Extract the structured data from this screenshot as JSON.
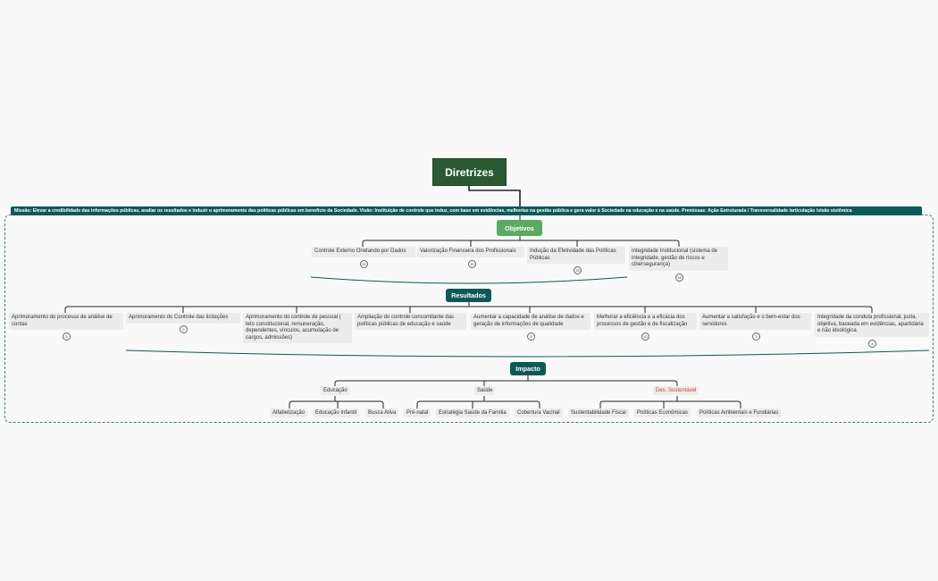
{
  "root": "Diretrizes",
  "mission": "Missão: Elevar a credibilidade das informações públicas, avaliar os resultados e induzir o aprimoramento das políticas públicas em benefício da Sociedade. Visão: Instituição de controle que induz, com base em evidências, melhorias na gestão pública e gera valor à Sociedade na educação e na saúde. Premissas: Ação Estruturada / Transversalidade /articulação /visão sistêmica",
  "objetivos": {
    "label": "Objetivos",
    "items": [
      {
        "label": "Controle Externo Orietando por Dados",
        "count": "10"
      },
      {
        "label": "Valorização Financeira dos Profissionais",
        "count": "10"
      },
      {
        "label": "Indução da Efetividade das Políticas Públicas",
        "count": "15"
      },
      {
        "label": "Integridade Institucional (sistema de integridade, gestão de riscos e cibersegurança)",
        "count": "15"
      }
    ]
  },
  "resultados": {
    "label": "Resultados",
    "items": [
      {
        "label": "Aprimoramento do processo de análise de contas",
        "count": "5"
      },
      {
        "label": "Aprimoramento do Controle das licitações",
        "count": "2"
      },
      {
        "label": "Aprimoramento do controle de pessoal ( teto constitucional, remuneração, dependentes, vínculos, acumulação de cargos, admissões)",
        "count": ""
      },
      {
        "label": "Ampliação do controle concomitante das políticas públicas de educação e saúde",
        "count": ""
      },
      {
        "label": "Aumentar a capacidade de análise de dados e geração de informações de qualidade",
        "count": "5"
      },
      {
        "label": "Melhorar a eficiência e a eficácia dos processos de gestão e de fiscalização",
        "count": "10"
      },
      {
        "label": "Aumentar a satisfação e o bem-estar dos servidores",
        "count": "3"
      },
      {
        "label": "Integridade da conduta profissional, justa, objetiva, baseada em evidências, apartidária e não ideológica",
        "count": "3"
      }
    ]
  },
  "impacto": {
    "label": "Impacto",
    "groups": [
      {
        "label": "Educação",
        "children": [
          "Alfabetização",
          "Educação Infantil",
          "Busca Ativa"
        ]
      },
      {
        "label": "Saúde",
        "children": [
          "Pré-natal",
          "Estratégia Saúde da Família",
          "Cobertura Vacinal"
        ]
      },
      {
        "label": "Des. Sustentável",
        "children": [
          "Sustentabilidade Fiscal",
          "Políticas Econômicas",
          "Políticas Ambientais e Fundiárias"
        ]
      }
    ]
  }
}
